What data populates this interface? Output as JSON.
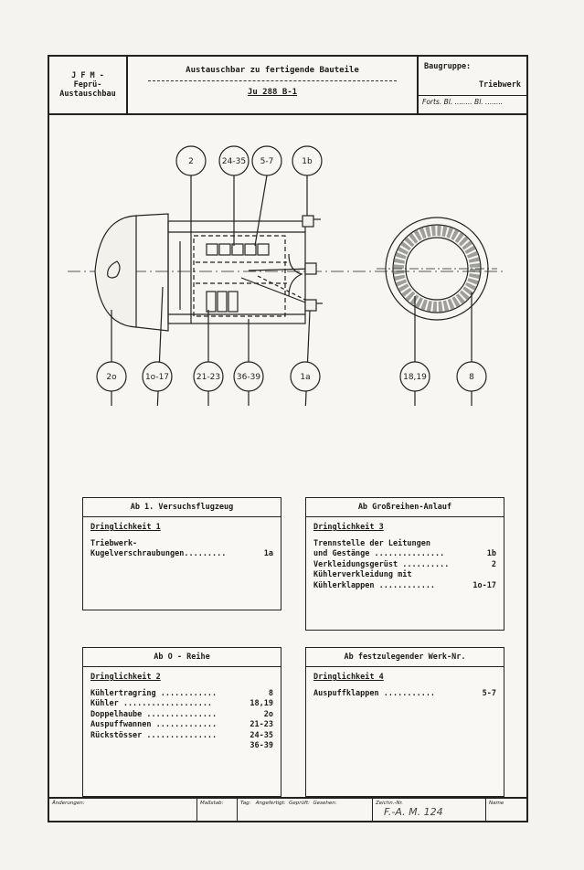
{
  "header": {
    "org_lines": [
      "J F M -",
      "Feprü-",
      "Austauschbau"
    ],
    "title": "Austauschbar zu fertigende Bauteile",
    "subtitle": "Ju 288 B-1",
    "group_label": "Baugruppe:",
    "group_value": "Triebwerk",
    "sheet_ref": "Forts. Bl. ........ Bl. ........"
  },
  "callouts": {
    "top": [
      "2",
      "24-35",
      "5-7",
      "1b"
    ],
    "bottom": [
      "2o",
      "1o-17",
      "21-23",
      "36-39",
      "1a"
    ],
    "ring": [
      "18,19",
      "8"
    ]
  },
  "boxes": {
    "b1": {
      "title": "Ab 1. Versuchsflugzeug",
      "priority": "Dringlichkeit 1",
      "lines": [
        {
          "text": "Triebwerk-",
          "ref": ""
        },
        {
          "text": "Kugelverschraubungen.........",
          "ref": "1a"
        }
      ]
    },
    "b2": {
      "title": "Ab Großreihen-Anlauf",
      "priority": "Dringlichkeit 3",
      "lines": [
        {
          "text": "Trennstelle der Leitungen",
          "ref": ""
        },
        {
          "text": "und Gestänge ...............",
          "ref": "1b"
        },
        {
          "text": "Verkleidungsgerüst ..........",
          "ref": "2"
        },
        {
          "text": "Kühlerverkleidung mit",
          "ref": ""
        },
        {
          "text": "Kühlerklappen ............",
          "ref": "1o-17"
        }
      ]
    },
    "b3": {
      "title": "Ab O - Reihe",
      "priority": "Dringlichkeit 2",
      "lines": [
        {
          "text": "Kühlertragring ............",
          "ref": "8"
        },
        {
          "text": "Kühler ...................",
          "ref": "18,19"
        },
        {
          "text": "Doppelhaube ...............",
          "ref": "2o"
        },
        {
          "text": "Auspuffwannen .............",
          "ref": "21-23"
        },
        {
          "text": "Rückstösser ...............",
          "ref": "24-35"
        },
        {
          "text": "",
          "ref": "36-39"
        }
      ]
    },
    "b4": {
      "title": "Ab festzulegender Werk-Nr.",
      "priority": "Dringlichkeit 4",
      "lines": [
        {
          "text": "Auspuffklappen ...........",
          "ref": "5-7"
        }
      ]
    }
  },
  "footer": {
    "changes": "Änderungen:",
    "scale": "Maßstab:",
    "day": "Tag:",
    "made": "Angefertigt:",
    "checked": "Geprüft:",
    "seen": "Gesehen:",
    "drawing_no": "Zeichn.-Nr.",
    "name": "Name",
    "handwritten": "F.-A. M. 124"
  }
}
